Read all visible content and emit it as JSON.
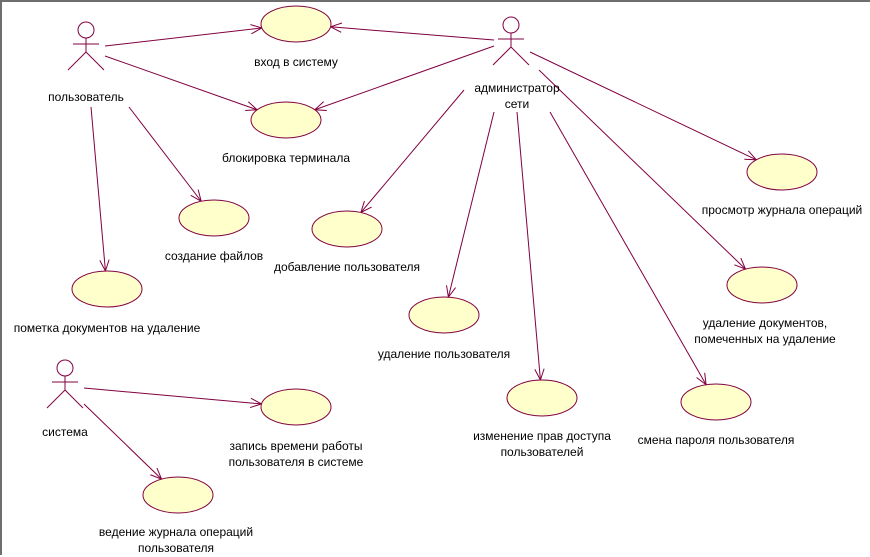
{
  "diagram": {
    "type": "use-case",
    "colors": {
      "line": "#800040",
      "usecase_fill": "#ffffcc",
      "usecase_stroke": "#800040"
    },
    "actors": [
      {
        "id": "user",
        "label": "пользователь"
      },
      {
        "id": "admin",
        "label": "администратор\nсети"
      },
      {
        "id": "system",
        "label": "система"
      }
    ],
    "use_cases": [
      {
        "id": "login",
        "label": "вход в систему"
      },
      {
        "id": "lock",
        "label": "блокировка терминала"
      },
      {
        "id": "create_files",
        "label": "создание файлов"
      },
      {
        "id": "mark_docs",
        "label": "пометка документов на удаление"
      },
      {
        "id": "add_user",
        "label": "добавление пользователя"
      },
      {
        "id": "delete_user",
        "label": "удаление пользователя"
      },
      {
        "id": "change_rights",
        "label": "изменение прав доступа\nпользователей"
      },
      {
        "id": "change_password",
        "label": "смена пароля пользователя"
      },
      {
        "id": "view_log",
        "label": "просмотр журнала операций"
      },
      {
        "id": "delete_docs",
        "label": "удаление документов,\nпомеченных на удаление"
      },
      {
        "id": "record_time",
        "label": "запись времени работы\nпользователя в системе"
      },
      {
        "id": "keep_log",
        "label": "ведение журнала операций\nпользователя"
      }
    ],
    "associations": [
      {
        "from": "user",
        "to": "login"
      },
      {
        "from": "user",
        "to": "lock"
      },
      {
        "from": "user",
        "to": "create_files"
      },
      {
        "from": "user",
        "to": "mark_docs"
      },
      {
        "from": "admin",
        "to": "login"
      },
      {
        "from": "admin",
        "to": "lock"
      },
      {
        "from": "admin",
        "to": "add_user"
      },
      {
        "from": "admin",
        "to": "delete_user"
      },
      {
        "from": "admin",
        "to": "change_rights"
      },
      {
        "from": "admin",
        "to": "change_password"
      },
      {
        "from": "admin",
        "to": "view_log"
      },
      {
        "from": "admin",
        "to": "delete_docs"
      },
      {
        "from": "system",
        "to": "record_time"
      },
      {
        "from": "system",
        "to": "keep_log"
      }
    ]
  }
}
